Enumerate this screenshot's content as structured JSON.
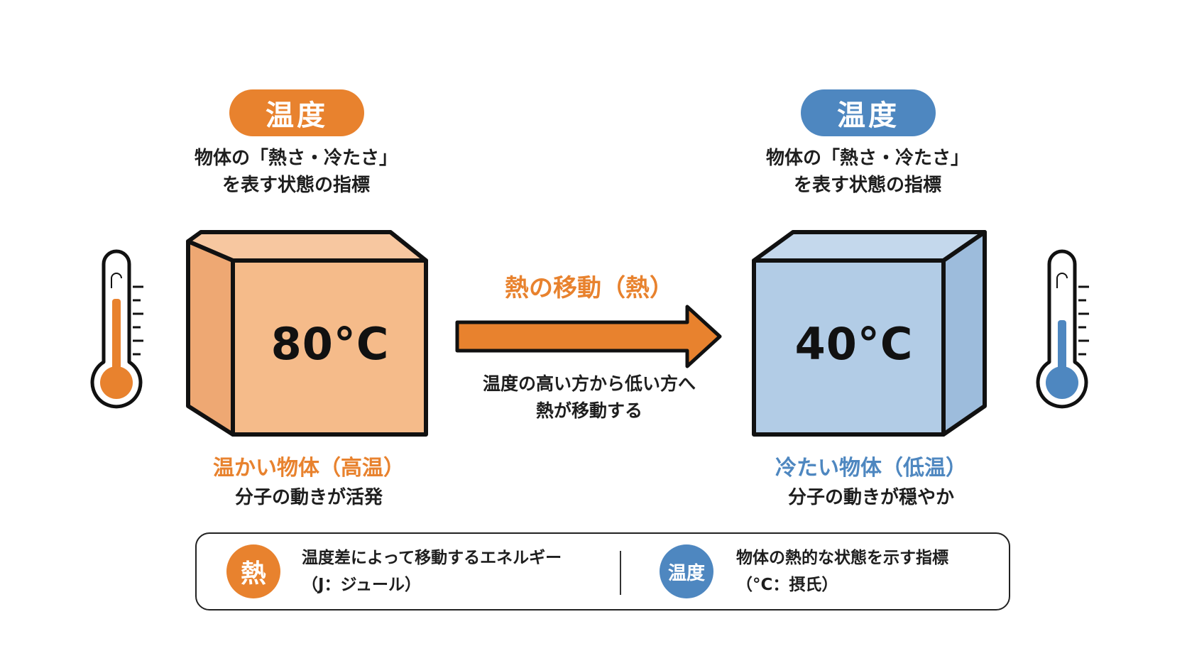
{
  "colors": {
    "hot": "#e8822e",
    "hot_fill": "#f5bb8a",
    "hot_top": "#f7c7a0",
    "hot_side": "#eea873",
    "cold": "#4e87c0",
    "cold_fill": "#b2cce6",
    "cold_top": "#c4d8ec",
    "cold_side": "#9dbcdc",
    "outline": "#111111"
  },
  "hot": {
    "pill_label": "温度",
    "desc_line1": "物体の「熱さ・冷たさ」",
    "desc_line2": "を表す状態の指標",
    "temperature": "80°C",
    "caption": "温かい物体（高温）",
    "sub": "分子の動きが活発",
    "thermometer_level": 0.75
  },
  "cold": {
    "pill_label": "温度",
    "desc_line1": "物体の「熱さ・冷たさ」",
    "desc_line2": "を表す状態の指標",
    "temperature": "40°C",
    "caption": "冷たい物体（低温）",
    "sub": "分子の動きが穏やか",
    "thermometer_level": 0.55
  },
  "flow": {
    "title": "熱の移動（熱）",
    "desc_line1": "温度の高い方から低い方へ",
    "desc_line2": "熱が移動する"
  },
  "legend": {
    "heat": {
      "icon_label": "熱",
      "line1": "温度差によって移動するエネルギー",
      "line2": "（J：ジュール）"
    },
    "temperature": {
      "icon_label": "温度",
      "line1": "物体の熱的な状態を示す指標",
      "line2": "（°C：摂氏）"
    }
  }
}
